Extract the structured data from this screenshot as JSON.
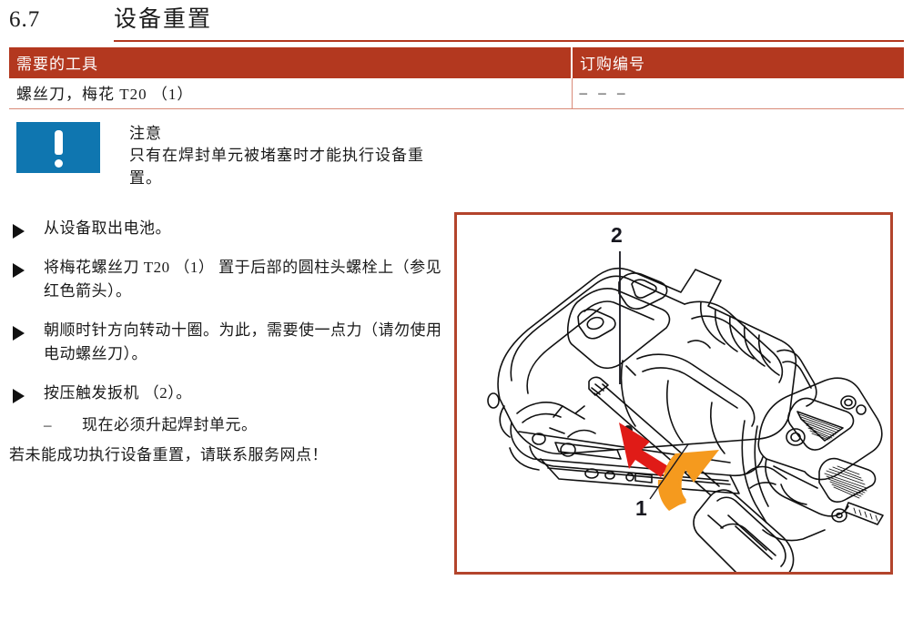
{
  "heading": {
    "number": "6.7",
    "title": "设备重置"
  },
  "tools_table": {
    "columns": [
      "需要的工具",
      "订购编号"
    ],
    "rows": [
      {
        "tool": "螺丝刀，梅花 T20 （1）",
        "order_number": "–  –  –"
      }
    ]
  },
  "notice": {
    "icon": "exclamation-icon",
    "title": "注意",
    "body": "只有在焊封单元被堵塞时才能执行设备重置。",
    "icon_color": "#0f76b0"
  },
  "steps": [
    {
      "marker": "►",
      "text": "从设备取出电池。"
    },
    {
      "marker": "►",
      "text": "将梅花螺丝刀 T20 （1） 置于后部的圆柱头螺栓上（参见红色箭头）。"
    },
    {
      "marker": "►",
      "text": "朝顺时针方向转动十圈。为此，需要使一点力（请勿使用电动螺丝刀）。"
    },
    {
      "marker": "►",
      "text": "按压触发扳机 （2）。",
      "substep": {
        "marker": "–",
        "text": "现在必须升起焊封单元。"
      }
    }
  ],
  "closing_note": "若未能成功执行设备重置，请联系服务网点！",
  "figure": {
    "description": "strapping-tool-line-drawing",
    "border_color": "#b3442c",
    "callouts": [
      {
        "label": "2",
        "target": "trigger"
      },
      {
        "label": "1",
        "target": "torx-screwdriver"
      }
    ],
    "arrows": [
      {
        "type": "pointer-arrow",
        "color": "#e01b17",
        "target": "cylinder-head-screw"
      },
      {
        "type": "rotation-arrow",
        "color": "#f59a1e",
        "direction": "clockwise"
      }
    ]
  },
  "colors": {
    "accent_red": "#b3381f",
    "figure_border": "#b3442c",
    "notice_blue": "#0f76b0",
    "arrow_red": "#e01b17",
    "arrow_orange": "#f59a1e",
    "text": "#1a1a1a"
  }
}
